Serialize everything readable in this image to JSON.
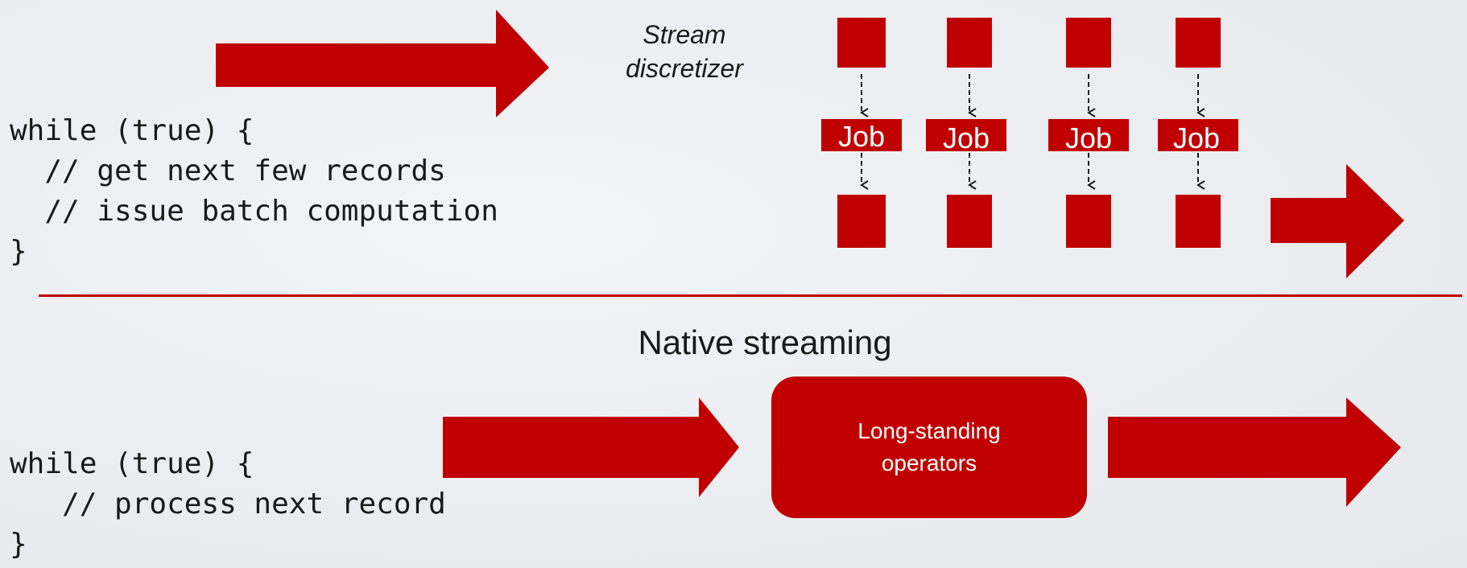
{
  "colors": {
    "accent": "#c00000",
    "text": "#1a1a1a",
    "on_accent": "#ffffff"
  },
  "micro_batch": {
    "code_lines": [
      "while (true) {",
      "  // get next few records",
      "  // issue batch computation",
      "}"
    ],
    "discretizer_label": [
      "Stream",
      "discretizer"
    ],
    "job_labels": [
      "Job",
      "Job",
      "Job",
      "Job"
    ]
  },
  "native": {
    "title": "Native streaming",
    "code_lines": [
      "while (true) {",
      "   // process next record",
      "}"
    ],
    "operator_label": [
      "Long-standing",
      "operators"
    ]
  }
}
